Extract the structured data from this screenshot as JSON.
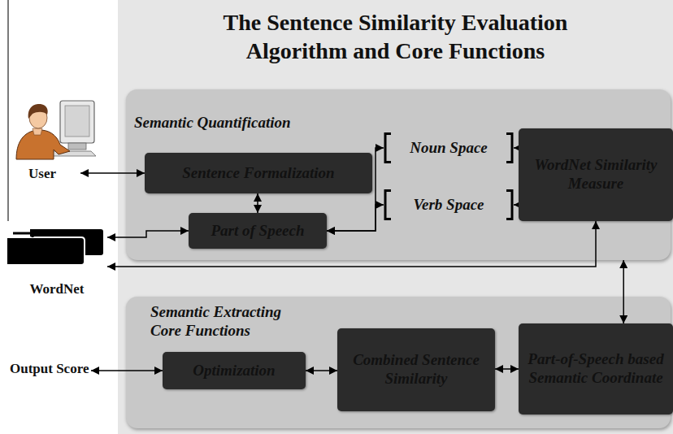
{
  "diagram": {
    "title": "The Sentence Similarity Evaluation Algorithm and Core Functions",
    "nodes": [
      {
        "text": [
          "User"
        ]
      },
      {
        "text": [
          "Semantic Quantification"
        ]
      },
      {
        "text": [
          "Sentence Formalization"
        ],
        "in": 1
      },
      {
        "text": [
          "Part of Speech"
        ],
        "in": 1
      },
      {
        "text": [
          "Noun Space"
        ],
        "in": 1
      },
      {
        "text": [
          "Verb Space"
        ],
        "in": 1
      },
      {
        "text": [
          "WordNet Similarity Measure"
        ],
        "in": 1
      },
      {
        "text": [
          "WordNet"
        ]
      },
      {
        "text": [
          "Semantic Extracting Core Functions"
        ]
      },
      {
        "text": [
          "Optimization"
        ],
        "in": 8
      },
      {
        "text": [
          "Combined Sentence Similarity"
        ],
        "in": 8
      },
      {
        "text": [
          "Part-of-Speech based Semantic Coordinate"
        ],
        "in": 8
      },
      {
        "text": [
          "Output Score"
        ]
      }
    ],
    "edges": [
      {
        "from": 0,
        "to": 2,
        "arrow": "both"
      },
      {
        "from": 2,
        "to": 3,
        "arrow": "both"
      },
      {
        "from": 3,
        "to": 7,
        "arrow": "both"
      },
      {
        "from": 3,
        "to": 4,
        "arrow": "both"
      },
      {
        "from": 3,
        "to": 5,
        "arrow": "both"
      },
      {
        "from": 6,
        "to": 4,
        "arrow": "to"
      },
      {
        "from": 6,
        "to": 5,
        "arrow": "to"
      },
      {
        "from": 6,
        "to": 7,
        "arrow": "both"
      },
      {
        "from": 1,
        "to": 11,
        "arrow": "both"
      },
      {
        "from": 11,
        "to": 10,
        "arrow": "both"
      },
      {
        "from": 10,
        "to": 9,
        "arrow": "both"
      },
      {
        "from": 9,
        "to": 12,
        "arrow": "both"
      }
    ]
  }
}
